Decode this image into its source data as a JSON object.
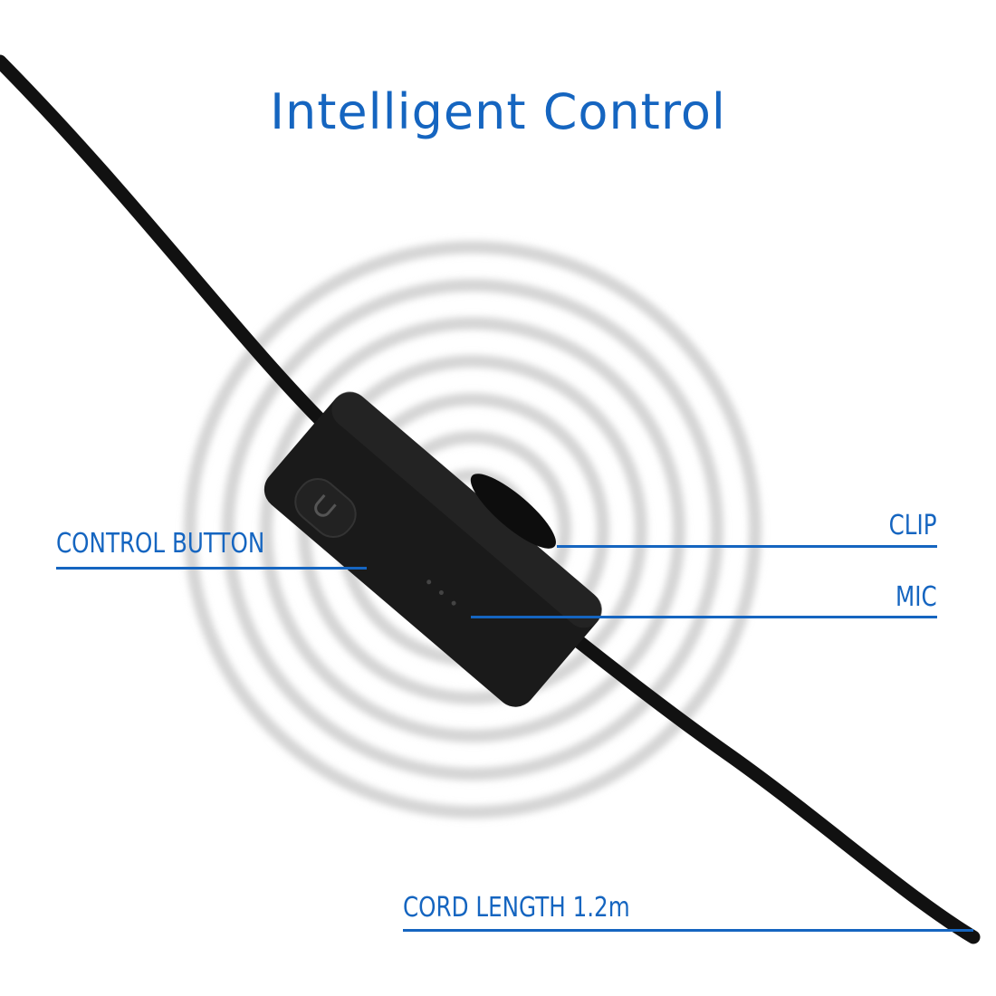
{
  "title": "Intelligent Control",
  "labels": {
    "control_button": "CONTROL BUTTON",
    "clip": "CLIP",
    "mic": "MIC",
    "cord_length": "CORD LENGTH 1.2m"
  },
  "colors": {
    "accent": "#1565c0",
    "cable": "#111111",
    "rings": "#d6d6d6"
  }
}
